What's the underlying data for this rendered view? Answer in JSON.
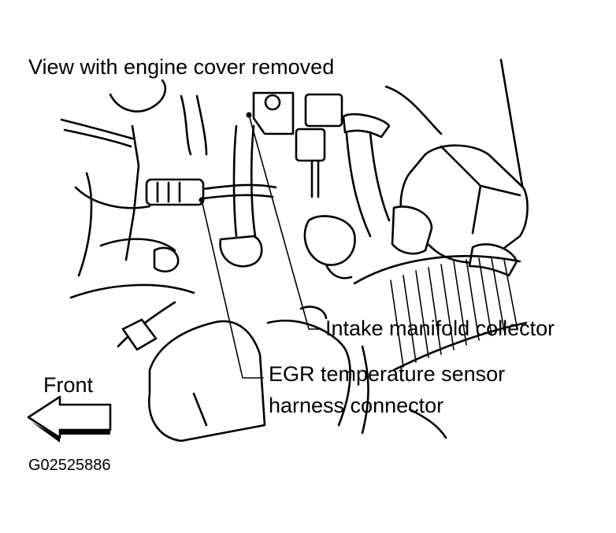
{
  "diagram": {
    "title": "View with engine cover removed",
    "callouts": {
      "intake": "Intake manifold collector",
      "egr_line1": "EGR temperature sensor",
      "egr_line2": "harness connector"
    },
    "direction_label": "Front",
    "figure_id": "G02525886"
  }
}
